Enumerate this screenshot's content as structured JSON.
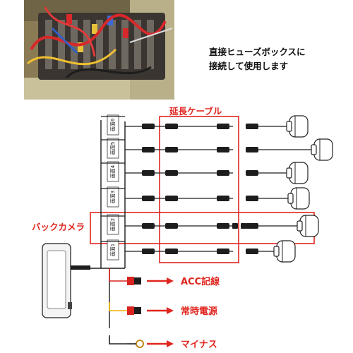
{
  "caption": {
    "line1": "直接ヒューズボックスに",
    "line2": "接続して使用します"
  },
  "extension_cable_label": "延長ケーブル",
  "back_camera_label": "バックカメラ",
  "channels": [
    {
      "label": "画面6"
    },
    {
      "label": "画面5"
    },
    {
      "label": "画面4"
    },
    {
      "label": "画面3"
    },
    {
      "label": "画面2"
    },
    {
      "label": "画面1"
    }
  ],
  "power_lines": [
    {
      "label": "ACC記線",
      "wire_color": "#d9231f"
    },
    {
      "label": "常時電源",
      "wire_color": "#f0b400"
    },
    {
      "label": "マイナス",
      "wire_color": "#222222"
    }
  ],
  "colors": {
    "accent_red": "#e0261f",
    "wire": "#222222",
    "caption_text": "#111111"
  }
}
